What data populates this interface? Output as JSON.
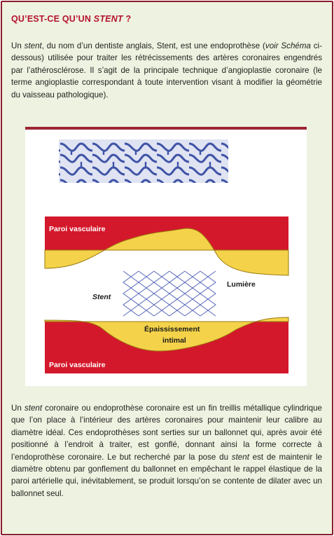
{
  "title": {
    "prefix": "QU’EST-CE QU’UN ",
    "em": "STENT",
    "suffix": " ?"
  },
  "intro": {
    "t1": "Un ",
    "em1": "stent",
    "t2": ", du nom d’un dentiste anglais, Stent, est une endoprothèse (",
    "em2": "voir Schéma",
    "t3": " ci-dessous) utilisée pour traiter les rétrécissements des artères coronaires engendrés par l’athérosclérose. Il s’agit de la principale technique d’angioplastie coronaire (le terme angioplastie correspondant à toute intervention visant à modifier la géométrie du vaisseau pathologique)."
  },
  "figure": {
    "wall_top_label": "Paroi vasculaire",
    "wall_bottom_label": "Paroi vasculaire",
    "stent_label": "Stent",
    "lumen_label": "Lumière",
    "thickening_label_line1": "Épaississement",
    "thickening_label_line2": "intimal",
    "colors": {
      "wall": "#d4182b",
      "plaque": "#f4d34a",
      "mesh": "#5566b8",
      "rule": "#9e2535",
      "accent": "#b5122e"
    }
  },
  "body": {
    "t1": "Un ",
    "em1": "stent",
    "t2": " coronaire ou endoprothèse coronaire est un fin treillis métallique cylindrique que l’on place à l’intérieur des artères coronaires pour maintenir leur calibre au diamètre idéal. Ces endoprothèses sont serties sur un ballonnet qui, après avoir été positionné à l’endroit à traiter, est gonflé, donnant ainsi la forme correcte à l’endoprothèse coronaire. Le but recherché par la pose du ",
    "em2": "stent",
    "t3": " est de maintenir le diamètre obtenu par gonflement du ballonnet en empêchant le rappel élastique de la paroi artérielle qui, inévitablement, se produit lorsqu’on se contente de dilater avec un ballonnet seul."
  }
}
